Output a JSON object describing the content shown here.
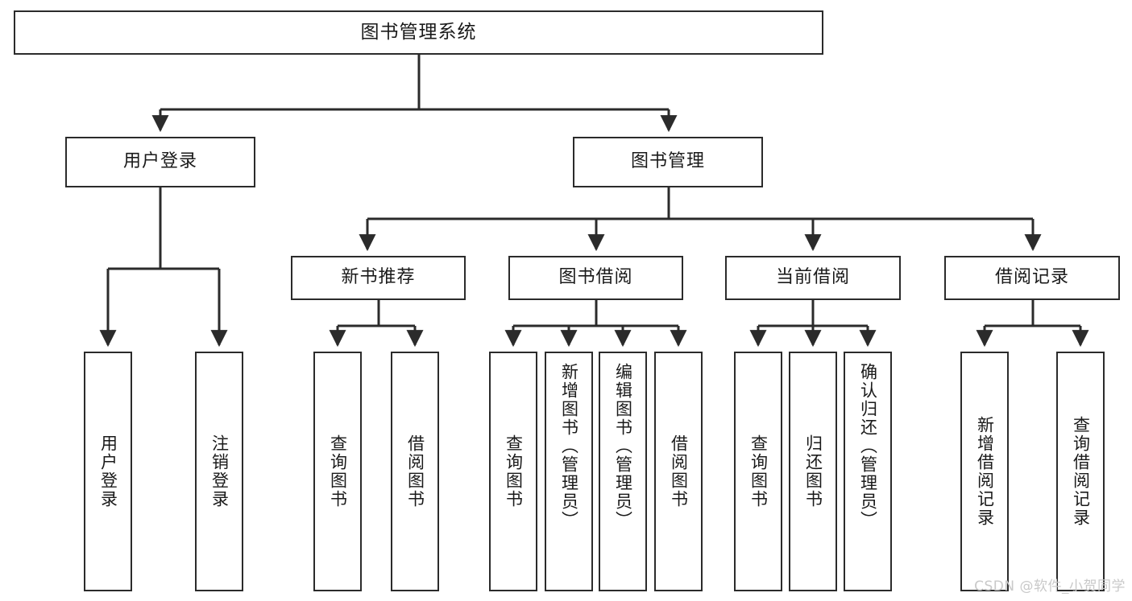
{
  "diagram": {
    "title": "图书管理系统",
    "type": "tree",
    "colors": {
      "stroke": "#2b2b2b",
      "fill": "#ffffff",
      "text": "#1a1a1a",
      "watermark": "#c9c9c9"
    },
    "root": {
      "label": "图书管理系统"
    },
    "level2": [
      {
        "label": "用户登录"
      },
      {
        "label": "图书管理"
      }
    ],
    "level3": [
      {
        "label": "新书推荐"
      },
      {
        "label": "图书借阅"
      },
      {
        "label": "当前借阅"
      },
      {
        "label": "借阅记录"
      }
    ],
    "leaves": {
      "user_login": [
        {
          "label": "用户登录"
        },
        {
          "label": "注销登录"
        }
      ],
      "new_book_rec": [
        {
          "label": "查询图书"
        },
        {
          "label": "借阅图书"
        }
      ],
      "book_borrow": [
        {
          "label": "查询图书"
        },
        {
          "label": "新增图书（管理员）"
        },
        {
          "label": "编辑图书（管理员）"
        },
        {
          "label": "借阅图书"
        }
      ],
      "current_borrow": [
        {
          "label": "查询图书"
        },
        {
          "label": "归还图书"
        },
        {
          "label": "确认归还（管理员）"
        }
      ],
      "borrow_record": [
        {
          "label": "新增借阅记录"
        },
        {
          "label": "查询借阅记录"
        }
      ]
    }
  },
  "watermark": {
    "text": "CSDN @软件_小贺同学"
  }
}
